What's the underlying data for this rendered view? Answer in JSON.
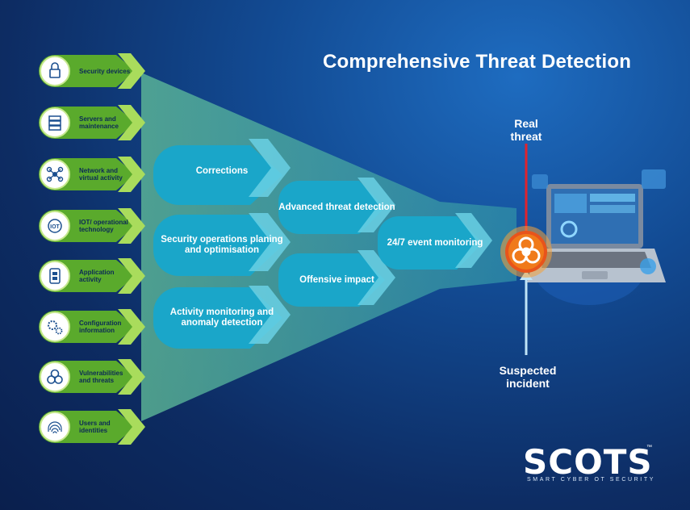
{
  "title": "Comprehensive Threat Detection",
  "sources": [
    {
      "label": "Security devices",
      "icon": "lock-icon"
    },
    {
      "label": "Servers and maintenance",
      "icon": "server-icon"
    },
    {
      "label": "Network and virtual activity",
      "icon": "network-icon"
    },
    {
      "label": "IOT/ operational technology",
      "icon": "iot-icon"
    },
    {
      "label": "Application activity",
      "icon": "mobile-app-icon"
    },
    {
      "label": "Configuration information",
      "icon": "gears-icon"
    },
    {
      "label": "Vulnerabilities and threats",
      "icon": "biohazard-icon"
    },
    {
      "label": "Users and identities",
      "icon": "fingerprint-icon"
    }
  ],
  "stage1": [
    "Corrections",
    "Security operations planing and optimisation",
    "Activity monitoring and anomaly detection"
  ],
  "stage2": [
    "Advanced threat detection",
    "Offensive impact"
  ],
  "stage3": [
    "24/7 event monitoring"
  ],
  "callouts": {
    "real": "Real threat",
    "suspected": "Suspected incident"
  },
  "logo": {
    "name": "SCOTS",
    "tm": "™",
    "tagline": "SMART CYBER OT SECURITY"
  },
  "colors": {
    "green": "#7ac142",
    "teal": "#14a6c8",
    "funnel": "#4fb3a6",
    "threat_red": "#d0262e",
    "threat_orange": "#f07a1a"
  }
}
